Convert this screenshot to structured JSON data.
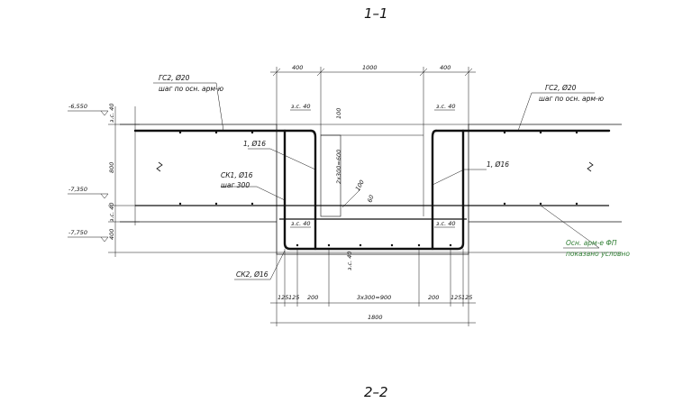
{
  "section_titles": {
    "top": "1–1",
    "bottom": "2–2"
  },
  "levels": {
    "top": "-6,550",
    "middle": "-7,350",
    "bottom": "-7,750"
  },
  "dims_top": [
    "400",
    "1000",
    "400"
  ],
  "dims_bottom": [
    "125",
    "125",
    "200",
    "3х300=900",
    "200",
    "125",
    "125"
  ],
  "dim_total": "1800",
  "dims_vertical_left": [
    "з.с. 40",
    "800",
    "з.с. 40",
    "400"
  ],
  "inner_dims": {
    "d100": "100",
    "stair": "2х300=600",
    "d100b": "100",
    "d60": "60"
  },
  "cover_labels": {
    "top_left": "з.с. 40",
    "top_right": "з.с. 40",
    "bottom_left": "з.с. 40",
    "bottom_right": "з.с. 40",
    "bottom_center": "з.с. 40"
  },
  "callouts": {
    "gs2_left_title": "ГС2, Ø20",
    "gs2_left_sub": "шаг по осн. арм-ю",
    "gs2_right_title": "ГС2, Ø20",
    "gs2_right_sub": "шаг по осн. арм-ю",
    "bar1_left": "1, Ø16",
    "bar1_right": "1, Ø16",
    "sk1_title": "СК1, Ø16",
    "sk1_sub": "шаг 300",
    "sk2": "СК2, Ø16",
    "note_line1": "Осн. арм-е ФП",
    "note_line2": "показано условно"
  },
  "colors": {
    "line": "#111111",
    "note": "#2e7d32"
  }
}
